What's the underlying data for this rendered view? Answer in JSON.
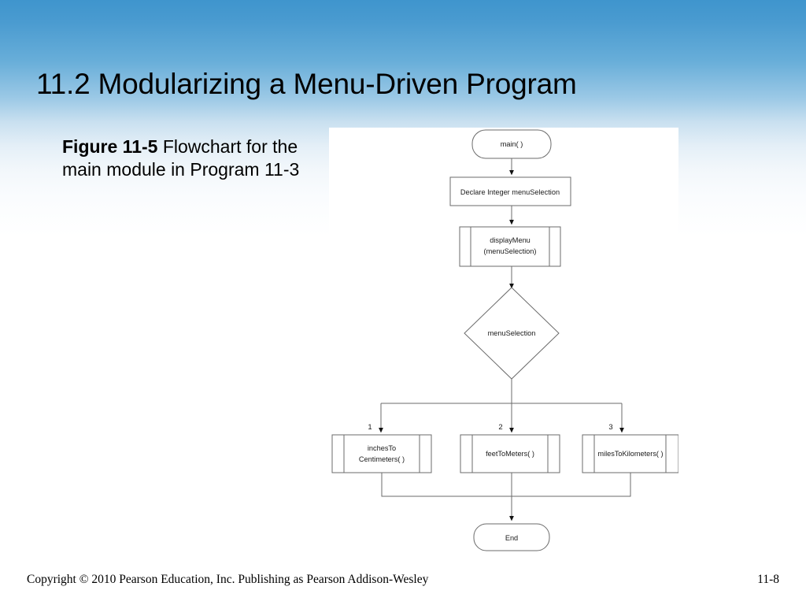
{
  "slide": {
    "title": "11.2  Modularizing a Menu-Driven Program",
    "background_top_color": "#3f95cd",
    "background_bottom_color": "#ffffff"
  },
  "figure_caption": {
    "label": "Figure 11-5",
    "text": "  Flowchart for the main module in Program 11-3"
  },
  "flowchart": {
    "nodes": {
      "start": {
        "label": "main( )",
        "shape": "terminator"
      },
      "declare": {
        "label": "Declare Integer menuSelection",
        "shape": "process"
      },
      "display_menu_line1": "displayMenu",
      "display_menu_line2": "(menuSelection)",
      "decision": {
        "label": "menuSelection",
        "shape": "decision"
      },
      "module1_line1": "inchesTo",
      "module1_line2": "Centimeters( )",
      "module2": "feetToMeters( )",
      "module3": "milesToKilometers( )",
      "end": {
        "label": "End",
        "shape": "terminator"
      }
    },
    "branch_labels": [
      "1",
      "2",
      "3"
    ],
    "line_color": "#6b6b6b",
    "shape_fill": "#ffffff"
  },
  "footer": {
    "copyright": "Copyright © 2010 Pearson Education, Inc. Publishing as Pearson Addison-Wesley",
    "page_number": "11-8"
  }
}
